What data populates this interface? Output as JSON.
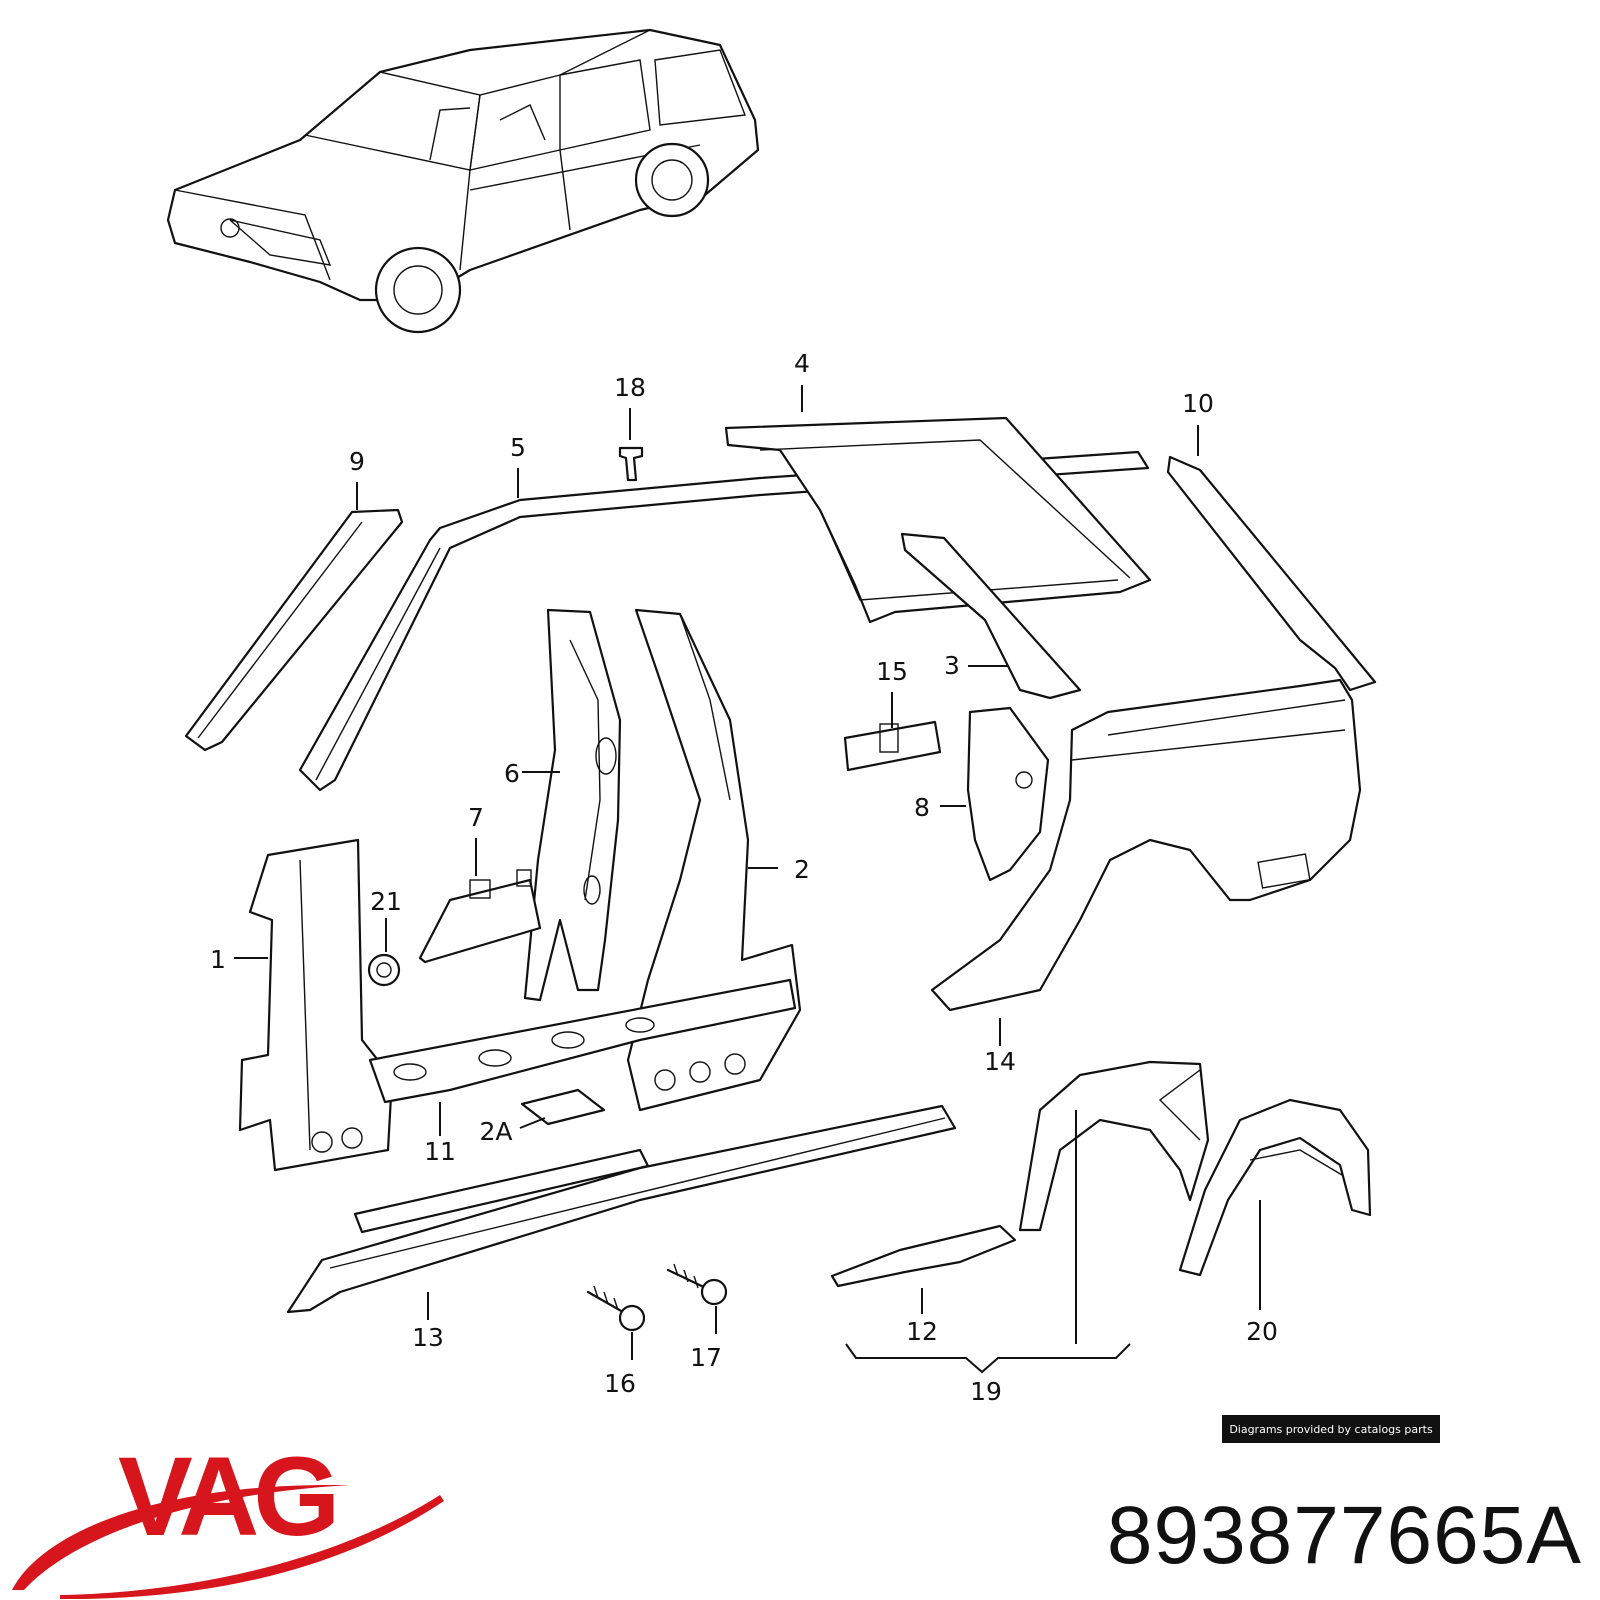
{
  "callouts": [
    "1",
    "2",
    "2A",
    "3",
    "4",
    "5",
    "6",
    "7",
    "8",
    "9",
    "10",
    "11",
    "12",
    "13",
    "14",
    "15",
    "16",
    "17",
    "18",
    "19",
    "20",
    "21"
  ],
  "credit": "Diagrams provided by catalogs parts",
  "brand": {
    "text": "VAG",
    "color": "#d6151c"
  },
  "part_number": "893877665A"
}
